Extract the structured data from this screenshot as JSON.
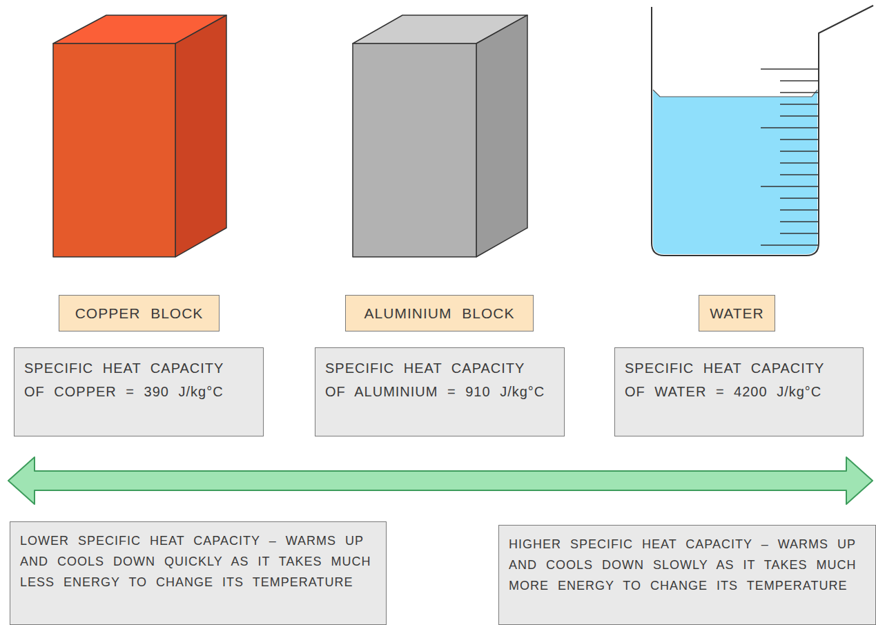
{
  "diagram": {
    "nodes": [
      {
        "text": [
          "COPPER BLOCK"
        ]
      },
      {
        "text": [
          "ALUMINIUM BLOCK"
        ]
      },
      {
        "text": [
          "WATER"
        ]
      },
      {
        "text": [
          "SPECIFIC HEAT CAPACITY OF COPPER = 390 J/kg°C"
        ]
      },
      {
        "text": [
          "SPECIFIC HEAT CAPACITY OF ALUMINIUM = 910 J/kg°C"
        ]
      },
      {
        "text": [
          "SPECIFIC HEAT CAPACITY OF WATER = 4200 J/kg°C"
        ]
      },
      {
        "text": [
          "LOWER SPECIFIC HEAT CAPACITY – WARMS UP AND COOLS DOWN QUICKLY AS IT TAKES MUCH LESS ENERGY TO CHANGE ITS TEMPERATURE"
        ]
      },
      {
        "text": [
          "HIGHER SPECIFIC HEAT CAPACITY – WARMS UP AND COOLS DOWN SLOWLY AS IT TAKES MUCH MORE ENERGY TO CHANGE ITS TEMPERATURE"
        ]
      }
    ]
  }
}
